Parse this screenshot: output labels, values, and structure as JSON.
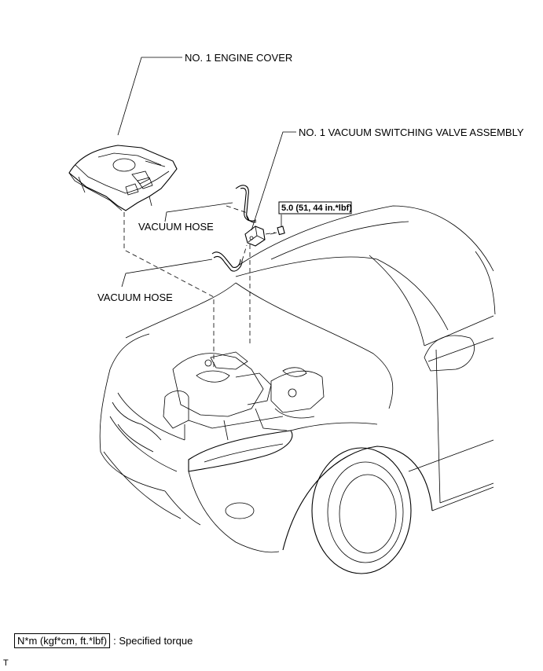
{
  "labels": {
    "engine_cover": "NO. 1 ENGINE COVER",
    "vsv_assembly": "NO. 1 VACUUM SWITCHING VALVE ASSEMBLY",
    "vacuum_hose_upper": "VACUUM HOSE",
    "vacuum_hose_lower": "VACUUM HOSE",
    "torque": "5.0 (51, 44 in.*lbf)"
  },
  "legend": {
    "unit_box": "N*m (kgf*cm, ft.*lbf)",
    "description": ": Specified torque"
  },
  "figure_code": "T"
}
